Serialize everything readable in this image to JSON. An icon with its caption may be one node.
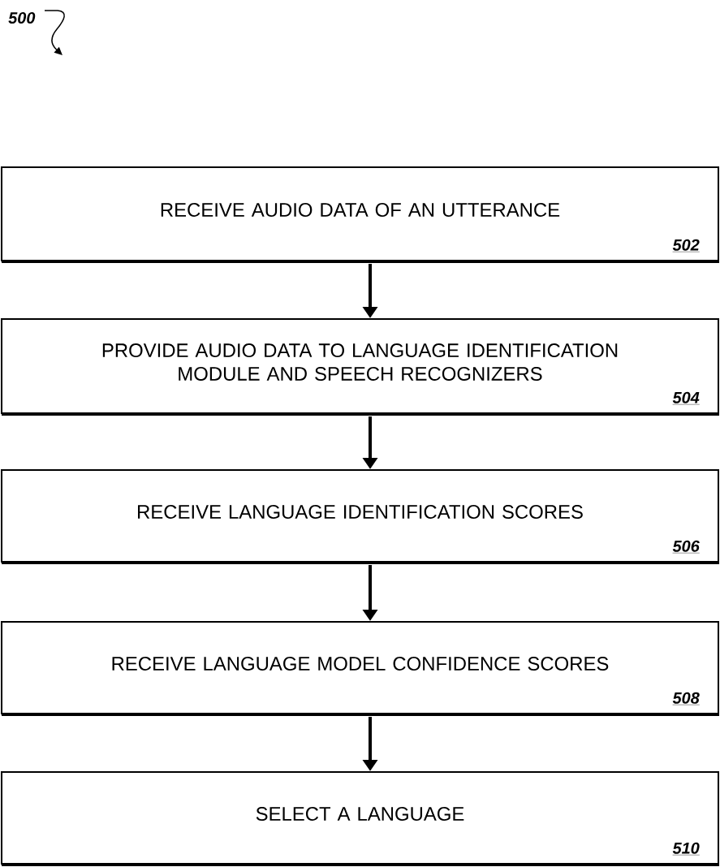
{
  "diagram": {
    "nodes": [
      {
        "text": [
          "RECEIVE AUDIO DATA OF AN UTTERANCE",
          "502"
        ]
      },
      {
        "text": [
          "PROVIDE AUDIO DATA TO LANGUAGE IDENTIFICATION MODULE AND SPEECH RECOGNIZERS",
          "504"
        ]
      },
      {
        "text": [
          "RECEIVE LANGUAGE IDENTIFICATION SCORES",
          "506"
        ]
      },
      {
        "text": [
          "RECEIVE LANGUAGE MODEL CONFIDENCE SCORES",
          "508"
        ]
      },
      {
        "text": [
          "SELECT A LANGUAGE",
          "510"
        ]
      }
    ],
    "edges": [
      {
        "from": 0,
        "to": 1,
        "arrow": "to"
      },
      {
        "from": 1,
        "to": 2,
        "arrow": "to"
      },
      {
        "from": 2,
        "to": 3,
        "arrow": "to"
      },
      {
        "from": 3,
        "to": 4,
        "arrow": "to"
      }
    ],
    "labels": [
      "500"
    ]
  }
}
